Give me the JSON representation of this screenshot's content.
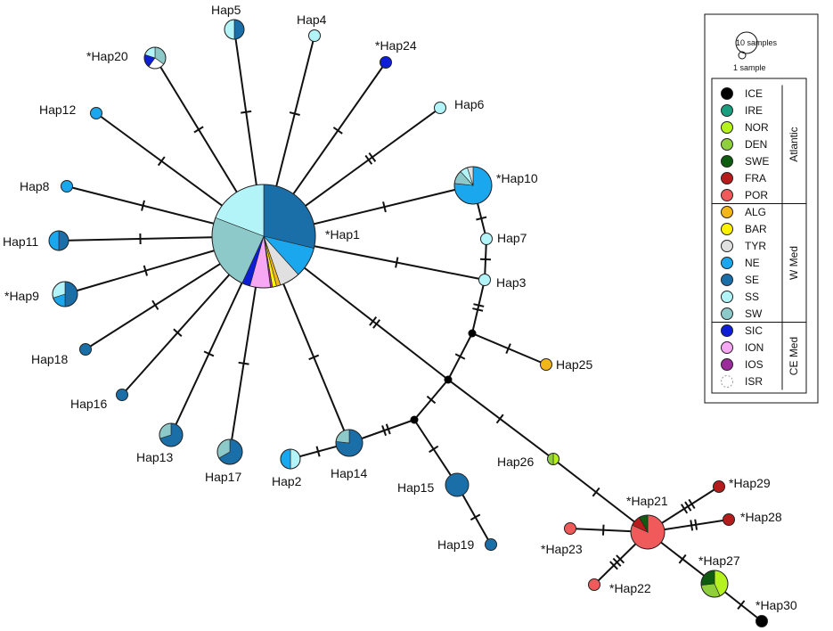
{
  "legend": {
    "size_key": {
      "large_label": "10 samples",
      "small_label": "1 sample"
    },
    "groups": [
      {
        "name": "Atlantic",
        "populations": [
          "ICE",
          "IRE",
          "NOR",
          "DEN",
          "SWE",
          "FRA",
          "POR"
        ]
      },
      {
        "name": "W Med",
        "populations": [
          "ALG",
          "BAR",
          "TYR",
          "NE",
          "SE",
          "SS",
          "SW"
        ]
      },
      {
        "name": "CE Med",
        "populations": [
          "SIC",
          "ION",
          "IOS",
          "ISR"
        ]
      }
    ]
  },
  "colors": {
    "ICE": "#000000",
    "IRE": "#1a9e80",
    "NOR": "#b6f21d",
    "DEN": "#8fce3c",
    "SWE": "#0f5b12",
    "FRA": "#b71c1c",
    "POR": "#f05a5a",
    "ALG": "#f2b51b",
    "BAR": "#fff200",
    "TYR": "#e0e0e0",
    "NE": "#1aa7ee",
    "SE": "#1a6fa8",
    "SS": "#b3f4f8",
    "SW": "#8ec9c9",
    "SIC": "#0d1ed6",
    "ION": "#f7a8f2",
    "IOS": "#9b2d9b",
    "ISR": "#ffffff"
  },
  "haplotypes": [
    {
      "label": "*Hap1",
      "n": 30,
      "comp": {
        "SE": 9,
        "NE": 3,
        "TYR": 2,
        "ALG": 0.4,
        "BAR": 0.4,
        "IOS": 0.2,
        "ION": 2,
        "SIC": 0.8,
        "SW": 7.5,
        "SS": 6
      }
    },
    {
      "label": "Hap2",
      "n": 2,
      "comp": {
        "SS": 1,
        "NE": 1
      }
    },
    {
      "label": "Hap3",
      "n": 1,
      "comp": {
        "SS": 1
      }
    },
    {
      "label": "Hap4",
      "n": 1,
      "comp": {
        "SS": 1
      }
    },
    {
      "label": "Hap5",
      "n": 2,
      "comp": {
        "SE": 1,
        "SS": 1
      }
    },
    {
      "label": "Hap6",
      "n": 1,
      "comp": {
        "SS": 1
      }
    },
    {
      "label": "Hap7",
      "n": 1,
      "comp": {
        "SS": 1
      }
    },
    {
      "label": "Hap8",
      "n": 1,
      "comp": {
        "NE": 1
      }
    },
    {
      "label": "*Hap9",
      "n": 3,
      "comp": {
        "SE": 1.5,
        "NE": 0.6,
        "SS": 0.9
      }
    },
    {
      "label": "*Hap10",
      "n": 6,
      "comp": {
        "NE": 4.6,
        "SW": 0.7,
        "SS": 0.4,
        "TYR": 0.3
      }
    },
    {
      "label": "Hap11",
      "n": 2,
      "comp": {
        "SE": 1,
        "NE": 1
      }
    },
    {
      "label": "Hap12",
      "n": 1,
      "comp": {
        "NE": 1
      }
    },
    {
      "label": "Hap13",
      "n": 2,
      "comp": {
        "SE": 1.4,
        "SW": 0.6
      }
    },
    {
      "label": "Hap14",
      "n": 3,
      "comp": {
        "SE": 2.3,
        "SW": 0.7
      }
    },
    {
      "label": "Hap15",
      "n": 2,
      "comp": {
        "SE": 2
      }
    },
    {
      "label": "Hap16",
      "n": 1,
      "comp": {
        "SE": 1
      }
    },
    {
      "label": "Hap17",
      "n": 3,
      "comp": {
        "SE": 2,
        "SW": 1
      }
    },
    {
      "label": "Hap18",
      "n": 1,
      "comp": {
        "SE": 1
      }
    },
    {
      "label": "Hap19",
      "n": 1,
      "comp": {
        "SE": 1
      }
    },
    {
      "label": "*Hap20",
      "n": 2,
      "comp": {
        "SW": 0.7,
        "ISR": 0.5,
        "SIC": 0.4,
        "SS": 0.4
      }
    },
    {
      "label": "Hap21",
      "n": 0,
      "comp": {}
    },
    {
      "label": "*Hap21",
      "n": 6,
      "comp": {
        "POR": 4.9,
        "FRA": 0.6,
        "SWE": 0.5
      }
    },
    {
      "label": "*Hap22",
      "n": 1,
      "comp": {
        "POR": 1
      }
    },
    {
      "label": "*Hap23",
      "n": 1,
      "comp": {
        "POR": 1
      }
    },
    {
      "label": "*Hap24",
      "n": 1,
      "comp": {
        "SIC": 1
      }
    },
    {
      "label": "Hap25",
      "n": 1,
      "comp": {
        "ALG": 1
      }
    },
    {
      "label": "Hap26",
      "n": 1,
      "comp": {
        "NOR": 0.5,
        "DEN": 0.5
      }
    },
    {
      "label": "*Hap27",
      "n": 3,
      "comp": {
        "NOR": 1.3,
        "DEN": 0.9,
        "SWE": 0.8
      }
    },
    {
      "label": "*Hap28",
      "n": 1,
      "comp": {
        "FRA": 1
      }
    },
    {
      "label": "*Hap29",
      "n": 1,
      "comp": {
        "FRA": 1
      }
    },
    {
      "label": "*Hap30",
      "n": 1,
      "comp": {
        "ICE": 1
      }
    }
  ],
  "median_vectors": [
    "mv1",
    "mv2",
    "mv3"
  ],
  "edges": [
    {
      "from": "*Hap1",
      "to": "Hap5",
      "steps": 1
    },
    {
      "from": "*Hap1",
      "to": "Hap4",
      "steps": 1
    },
    {
      "from": "*Hap1",
      "to": "*Hap24",
      "steps": 1
    },
    {
      "from": "*Hap1",
      "to": "Hap6",
      "steps": 2
    },
    {
      "from": "*Hap1",
      "to": "*Hap20",
      "steps": 1
    },
    {
      "from": "*Hap1",
      "to": "Hap12",
      "steps": 1
    },
    {
      "from": "*Hap1",
      "to": "Hap8",
      "steps": 1
    },
    {
      "from": "*Hap1",
      "to": "Hap11",
      "steps": 1
    },
    {
      "from": "*Hap1",
      "to": "*Hap9",
      "steps": 1
    },
    {
      "from": "*Hap1",
      "to": "Hap18",
      "steps": 1
    },
    {
      "from": "*Hap1",
      "to": "Hap16",
      "steps": 1
    },
    {
      "from": "*Hap1",
      "to": "Hap13",
      "steps": 1
    },
    {
      "from": "*Hap1",
      "to": "Hap17",
      "steps": 1
    },
    {
      "from": "*Hap1",
      "to": "Hap14",
      "steps": 1
    },
    {
      "from": "*Hap1",
      "to": "*Hap10",
      "steps": 1
    },
    {
      "from": "*Hap1",
      "to": "Hap3",
      "steps": 1
    },
    {
      "from": "*Hap1",
      "to": "mv2",
      "steps": 2
    },
    {
      "from": "*Hap10",
      "to": "Hap7",
      "steps": 1
    },
    {
      "from": "Hap7",
      "to": "Hap3",
      "steps": 1
    },
    {
      "from": "Hap3",
      "to": "mv1",
      "steps": 2
    },
    {
      "from": "mv1",
      "to": "Hap25",
      "steps": 1
    },
    {
      "from": "mv1",
      "to": "mv2",
      "steps": 1
    },
    {
      "from": "mv2",
      "to": "mv3",
      "steps": 1
    },
    {
      "from": "mv3",
      "to": "Hap14",
      "steps": 2
    },
    {
      "from": "Hap14",
      "to": "Hap2",
      "steps": 1
    },
    {
      "from": "mv3",
      "to": "Hap15",
      "steps": 1
    },
    {
      "from": "Hap15",
      "to": "Hap19",
      "steps": 1
    },
    {
      "from": "mv2",
      "to": "Hap26",
      "steps": 1
    },
    {
      "from": "Hap26",
      "to": "*Hap21",
      "steps": 1
    },
    {
      "from": "*Hap21",
      "to": "*Hap23",
      "steps": 1
    },
    {
      "from": "*Hap21",
      "to": "*Hap22",
      "steps": 3
    },
    {
      "from": "*Hap21",
      "to": "*Hap29",
      "steps": 3
    },
    {
      "from": "*Hap21",
      "to": "*Hap28",
      "steps": 2
    },
    {
      "from": "*Hap21",
      "to": "*Hap27",
      "steps": 1
    },
    {
      "from": "*Hap27",
      "to": "*Hap30",
      "steps": 1
    }
  ]
}
